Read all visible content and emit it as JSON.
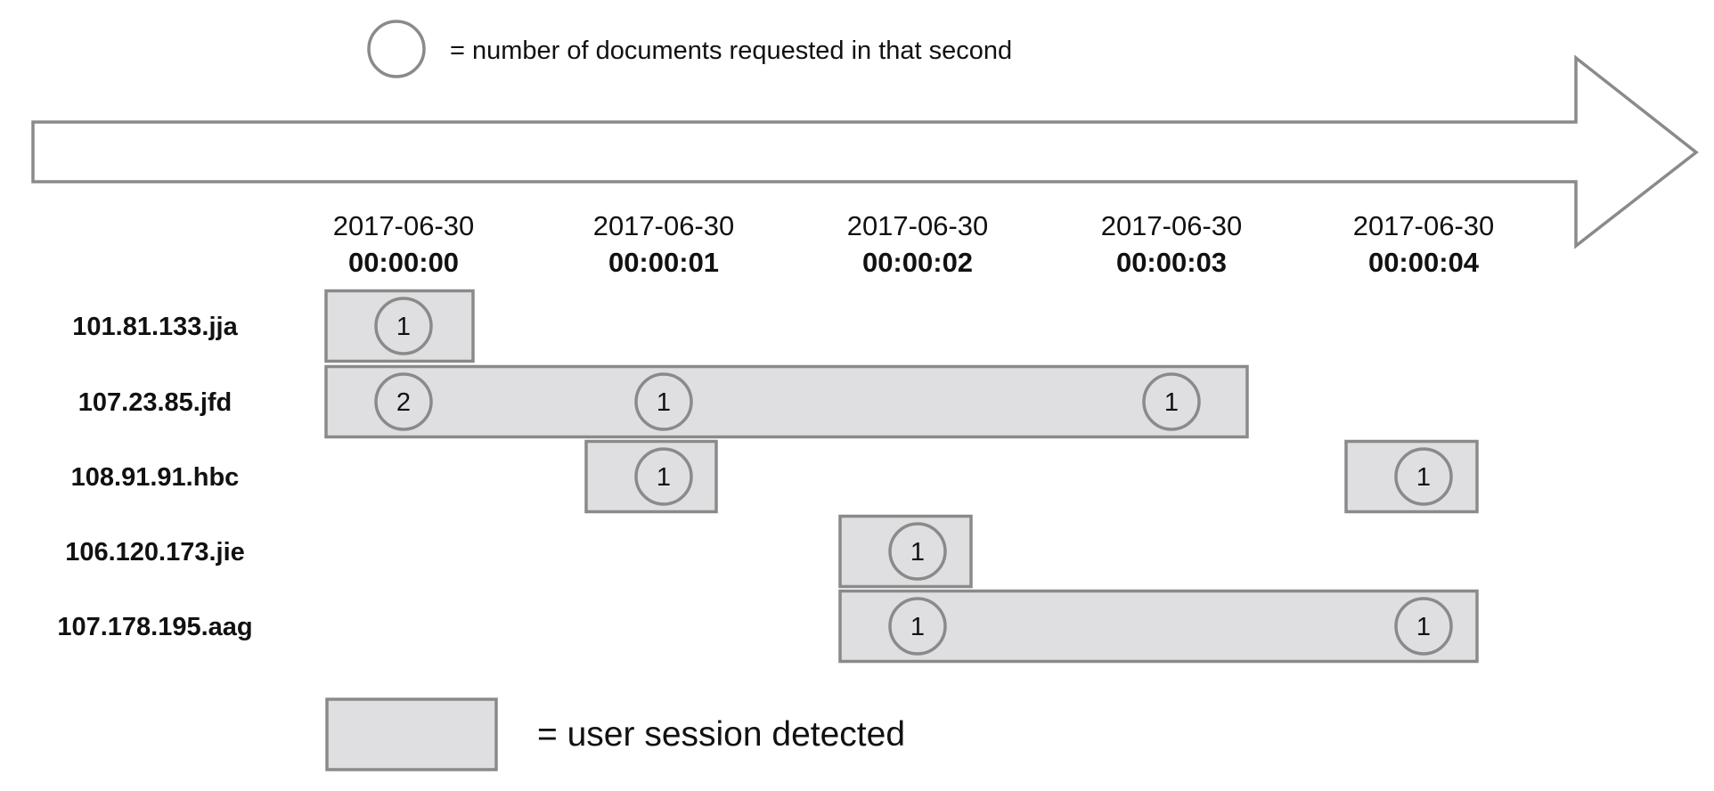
{
  "legend": {
    "circle_text": "= number of documents requested in that second",
    "box_text": "= user session detected"
  },
  "colors": {
    "stroke": "#8a8a8a",
    "session_fill": "#dfdfe1",
    "text": "#111111"
  },
  "timeline": [
    {
      "date": "2017-06-30",
      "time": "00:00:00"
    },
    {
      "date": "2017-06-30",
      "time": "00:00:01"
    },
    {
      "date": "2017-06-30",
      "time": "00:00:02"
    },
    {
      "date": "2017-06-30",
      "time": "00:00:03"
    },
    {
      "date": "2017-06-30",
      "time": "00:00:04"
    }
  ],
  "users": [
    {
      "ip": "101.81.133.jja",
      "sessions": [
        {
          "start": 0,
          "end": 0
        }
      ],
      "requests": [
        {
          "second": 0,
          "count": "1"
        }
      ]
    },
    {
      "ip": "107.23.85.jfd",
      "sessions": [
        {
          "start": 0,
          "end": 3
        }
      ],
      "requests": [
        {
          "second": 0,
          "count": "2"
        },
        {
          "second": 1,
          "count": "1"
        },
        {
          "second": 3,
          "count": "1"
        }
      ]
    },
    {
      "ip": "108.91.91.hbc",
      "sessions": [
        {
          "start": 1,
          "end": 1
        },
        {
          "start": 4,
          "end": 4
        }
      ],
      "requests": [
        {
          "second": 1,
          "count": "1"
        },
        {
          "second": 4,
          "count": "1"
        }
      ]
    },
    {
      "ip": "106.120.173.jie",
      "sessions": [
        {
          "start": 2,
          "end": 2
        }
      ],
      "requests": [
        {
          "second": 2,
          "count": "1"
        }
      ]
    },
    {
      "ip": "107.178.195.aag",
      "sessions": [
        {
          "start": 2,
          "end": 4
        }
      ],
      "requests": [
        {
          "second": 2,
          "count": "1"
        },
        {
          "second": 4,
          "count": "1"
        }
      ]
    }
  ]
}
